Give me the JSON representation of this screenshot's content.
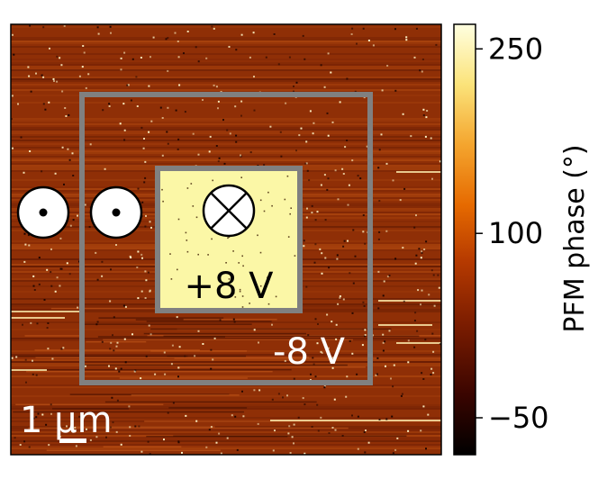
{
  "image": {
    "colormap": [
      "#000000",
      "#3a0500",
      "#7a1c00",
      "#b63a00",
      "#e66a00",
      "#f4a52e",
      "#fbe37a",
      "#ffffe0"
    ],
    "background_color": "#8f2f06",
    "inner_region_color": "#fbf7a6",
    "frame_color": "#808080"
  },
  "annotations": {
    "inner_voltage": "+8 V",
    "outer_voltage": "-8 V",
    "scale_bar": "1 µm",
    "symbols": [
      "out-of-plane-dot-icon",
      "out-of-plane-dot-icon",
      "into-plane-cross-icon"
    ]
  },
  "colorbar": {
    "label": "PFM phase (°)",
    "ticks": [
      "250",
      "100",
      "−50"
    ],
    "tick_values": [
      250,
      100,
      -50
    ],
    "range": [
      -80,
      270
    ]
  }
}
